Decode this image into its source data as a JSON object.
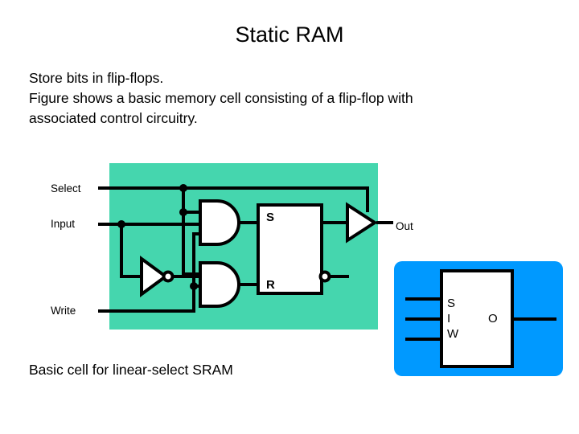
{
  "slide": {
    "title": "Static RAM",
    "body_lines": [
      "Store bits in flip-flops.",
      "Figure shows a basic memory cell consisting of a flip-flop with",
      "associated control circuitry."
    ],
    "caption": "Basic cell for linear-select SRAM"
  },
  "figure": {
    "background_color": "#45d6ae",
    "block_background_color": "#0099ff",
    "wire_color": "#000000",
    "gate_fill": "#ffffff",
    "input_labels": {
      "select": "Select",
      "input": "Input",
      "write": "Write"
    },
    "output_labels": {
      "out": "Out"
    },
    "flipflop": {
      "set_pin": "S",
      "reset_pin": "R"
    },
    "components": [
      "and-gate-set",
      "and-gate-reset",
      "inverter",
      "flip-flop",
      "tri-state-buffer"
    ]
  },
  "block_symbol": {
    "pins": {
      "select": "S",
      "input": "I",
      "write": "W",
      "output": "O"
    }
  }
}
